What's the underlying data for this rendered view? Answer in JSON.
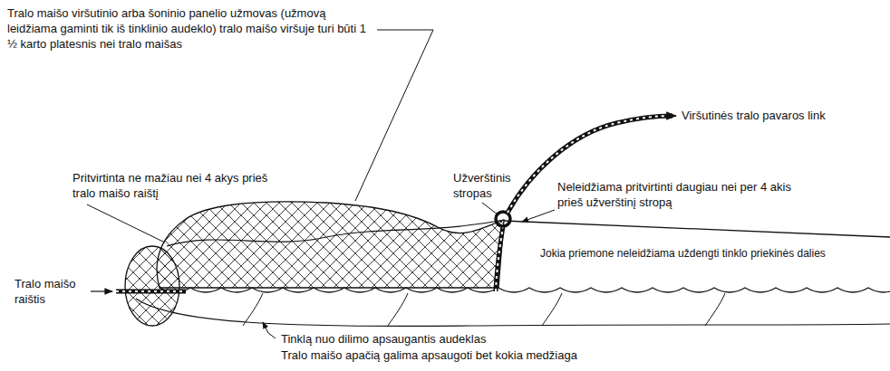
{
  "diagram": {
    "labels": [
      "Tralo maišo viršutinio arba šoninio panelio užmovas (užmovą leidžiama gaminti tik iš tinklinio audeklo) tralo maišo viršuje turi būti 1 ½ karto platesnis nei tralo maišas",
      "Viršutinės tralo pavaros link",
      "Pritvirtinta ne mažiau nei 4 akys prieš tralo maišo raištį",
      "Užverštinis stropas",
      "Neleidžiama pritvirtinti daugiau nei per 4 akis prieš užverštinį stropą",
      "Jokia priemone neleidžiama uždengti tinklo priekinės dalies",
      "Tralo maišo raištis",
      "Tinklą nuo dilimo apsaugantis audeklas",
      "Tralo maišo apačią galima apsaugoti bet kokia medžiaga"
    ]
  }
}
